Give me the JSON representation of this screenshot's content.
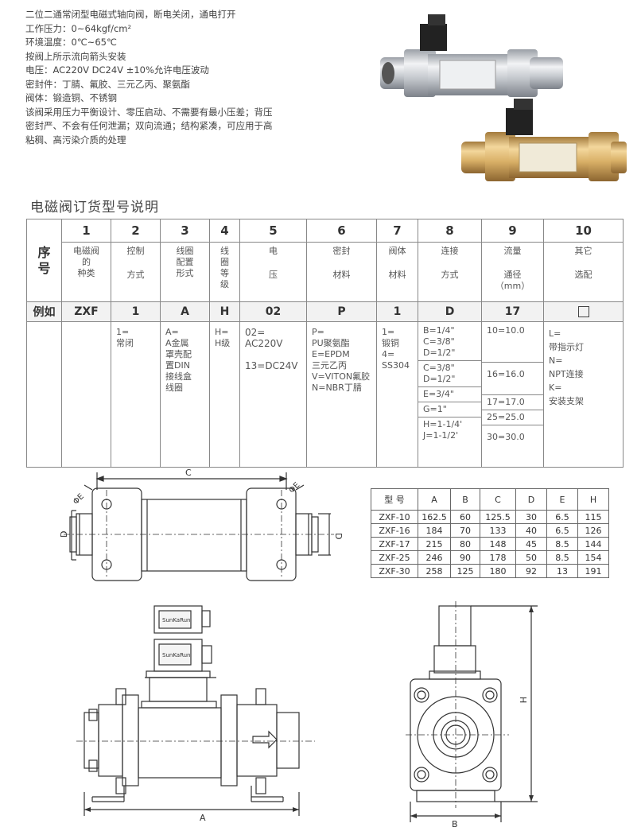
{
  "intro": [
    "二位二通常闭型电磁式轴向阀，断电关闭，通电打开",
    "工作压力：0~64kgf/cm²",
    "环境温度：0℃~65℃",
    "按阀上所示流向箭头安装",
    "电压：AC220V  DC24V  ±10%允许电压波动",
    "密封件：丁腈、氟胶、三元乙丙、聚氨酯",
    "阀体：锻造铜、不锈钢",
    "该阀采用压力平衡设计、零压启动、不需要有最小压差；背压",
    "密封严、不会有任何泄漏；双向流通；结构紧凑，可应用于高",
    "粘稠、高污染介质的处理"
  ],
  "section_title": "电磁阀订货型号说明",
  "order_table": {
    "seq_label": "序号",
    "numbers": [
      "1",
      "2",
      "3",
      "4",
      "5",
      "6",
      "7",
      "8",
      "9",
      "10"
    ],
    "names": [
      [
        "电磁阀",
        "的",
        "种类"
      ],
      [
        "控制",
        "",
        "方式"
      ],
      [
        "线圈",
        "配置",
        "形式"
      ],
      [
        "线",
        "圈",
        "等",
        "级"
      ],
      [
        "电",
        "",
        "压"
      ],
      [
        "密封",
        "",
        "材料"
      ],
      [
        "阀体",
        "",
        "材料"
      ],
      [
        "连接",
        "",
        "方式"
      ],
      [
        "流量",
        "",
        "通径",
        "（mm）"
      ],
      [
        "其它",
        "",
        "选配"
      ]
    ],
    "example_label": "例如",
    "example": [
      "ZXF",
      "1",
      "A",
      "H",
      "02",
      "P",
      "1",
      "D",
      "17",
      ""
    ],
    "options": {
      "col2": [
        "1=",
        "常闭"
      ],
      "col3": [
        "A=",
        "A金属",
        "罩壳配",
        "置DIN",
        "接线盒",
        "线圈"
      ],
      "col4": [
        "H=",
        "H级"
      ],
      "col5": [
        "02=",
        "AC220V",
        "",
        "13=DC24V"
      ],
      "col6": [
        "P=",
        "PU聚氨酯",
        "E=EPDM",
        "三元乙丙",
        "V=VITON氟胶",
        "N=NBR丁腈"
      ],
      "col7": [
        "1=",
        "锻铜",
        "4=",
        "SS304"
      ],
      "col8": [
        [
          "B=1/4\"",
          "C=3/8\"",
          "D=1/2\""
        ],
        [
          "C=3/8\"",
          "D=1/2\""
        ],
        [
          "E=3/4\""
        ],
        [
          "G=1\""
        ],
        [
          "H=1-1/4'",
          "J=1-1/2'"
        ]
      ],
      "col9": [
        "10=10.0",
        "16=16.0",
        "17=17.0",
        "25=25.0",
        "30=30.0"
      ],
      "col10": [
        "L=",
        "带指示灯",
        "N=",
        "NPT连接",
        "K=",
        "安装支架"
      ]
    }
  },
  "dims_table": {
    "headers": [
      "型 号",
      "A",
      "B",
      "C",
      "D",
      "E",
      "H"
    ],
    "rows": [
      [
        "ZXF-10",
        "162.5",
        "60",
        "125.5",
        "30",
        "6.5",
        "115"
      ],
      [
        "ZXF-16",
        "184",
        "70",
        "133",
        "40",
        "6.5",
        "126"
      ],
      [
        "ZXF-17",
        "215",
        "80",
        "148",
        "45",
        "8.5",
        "144"
      ],
      [
        "ZXF-25",
        "246",
        "90",
        "178",
        "50",
        "8.5",
        "154"
      ],
      [
        "ZXF-30",
        "258",
        "125",
        "180",
        "92",
        "13",
        "191"
      ]
    ]
  },
  "drawing_labels": {
    "c": "C",
    "d": "D",
    "phi_e": "ΦE",
    "a": "A",
    "b": "B",
    "h": "H",
    "coil_brand": "SunKaRun"
  }
}
